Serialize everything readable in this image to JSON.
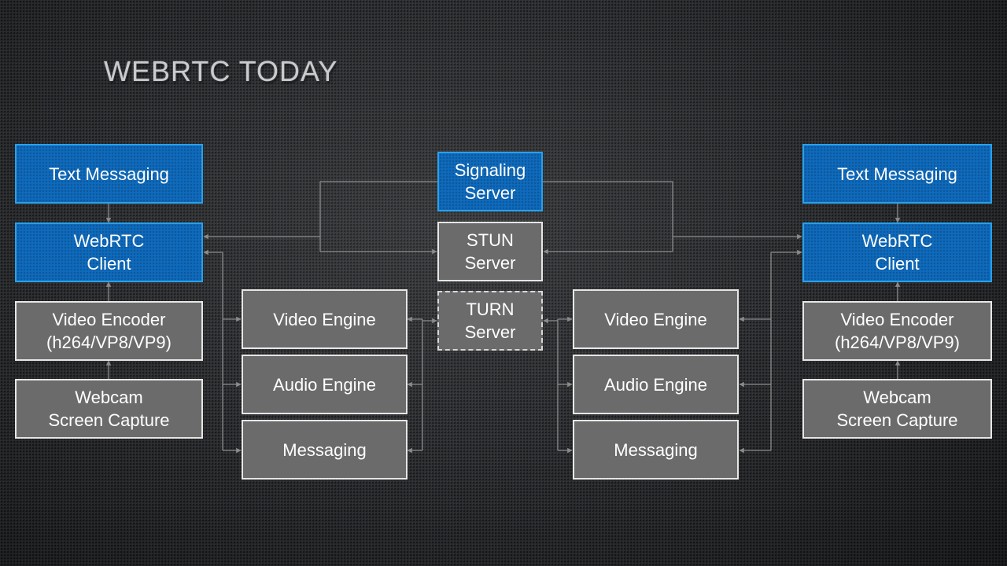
{
  "title": "WebRTC Today",
  "colors": {
    "blue_box": "#0f6bbd",
    "blue_border": "#2aa0ea",
    "gray_box": "#6b6b6b",
    "gray_border": "#e6e6e6",
    "connector": "#8a8a8a"
  },
  "left": {
    "text_messaging": "Text Messaging",
    "webrtc_client": "WebRTC\nClient",
    "video_encoder": "Video Encoder\n(h264/VP8/VP9)",
    "webcam": "Webcam\nScreen Capture",
    "video_engine": "Video Engine",
    "audio_engine": "Audio Engine",
    "messaging": "Messaging"
  },
  "center": {
    "signaling_server": "Signaling\nServer",
    "stun_server": "STUN\nServer",
    "turn_server": "TURN\nServer"
  },
  "right": {
    "text_messaging": "Text Messaging",
    "webrtc_client": "WebRTC\nClient",
    "video_encoder": "Video Encoder\n(h264/VP8/VP9)",
    "webcam": "Webcam\nScreen Capture",
    "video_engine": "Video Engine",
    "audio_engine": "Audio Engine",
    "messaging": "Messaging"
  }
}
